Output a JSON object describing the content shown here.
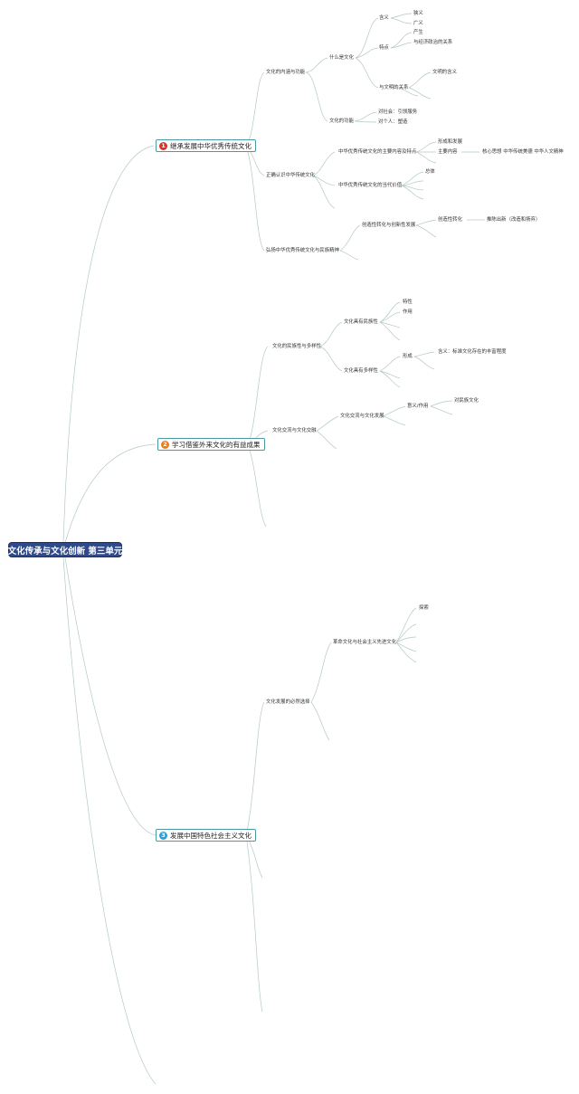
{
  "root": {
    "title": "文化传承与文化创新 第三单元"
  },
  "colors": {
    "badge1": "#d9342b",
    "badge2": "#e67e22",
    "badge3": "#2f9fd8",
    "line": "#b3c9c6",
    "branch_border": "#4a9aa3"
  },
  "branches": [
    {
      "number": "1",
      "label": "继承发展中华优秀传统文化"
    },
    {
      "number": "2",
      "label": "学习借鉴外来文化的有益成果"
    },
    {
      "number": "3",
      "label": "发展中国特色社会主义文化"
    }
  ],
  "topics": {
    "b1_1": "文化的内涵与功能",
    "b1_1_1": "什么是文化",
    "b1_1_1_a": "含义",
    "b1_1_1_a1": "狭义",
    "b1_1_1_a2": "广义",
    "b1_1_1_b": "特点",
    "b1_1_1_b1": "产生",
    "b1_1_1_b2": "与经济政治的关系",
    "b1_1_1_c": "与文明的关系",
    "b1_1_1_c1": "文明的含义",
    "b1_1_2": "文化的功能",
    "b1_1_2_a": "对社会：引领服务",
    "b1_1_2_b": "对个人：塑造",
    "b1_2": "正确认识中华传统文化",
    "b1_2_1": "中华优秀传统文化的主要内容及特点",
    "b1_2_1_a": "形成和发展",
    "b1_2_1_b": "主要内容",
    "b1_2_1_b1": "核心思想 中华传统美德 中华人文精神",
    "b1_2_2": "中华优秀传统文化的当代价值",
    "b1_2_2_a": "总体",
    "b1_3": "弘扬中华优秀传统文化与民族精神",
    "b1_3_1": "创造性转化与创新性发展",
    "b1_3_1_a": "创造性转化",
    "b1_3_1_a1": "推陈出新（改造和扬弃）",
    "b2_1": "文化的民族性与多样性",
    "b2_1_1": "文化具有民族性",
    "b2_1_1_a": "特性",
    "b2_1_1_b": "作用",
    "b2_1_2": "文化具有多样性",
    "b2_1_2_a": "形成",
    "b2_1_2_a1": "含义：标准文化存在的丰富程度",
    "b2_2": "文化交流与文化交融",
    "b2_2_1": "文化交流与文化发展",
    "b2_2_1_a": "意义/作用",
    "b2_2_1_a1": "对民族文化",
    "b3_1": "文化发展的必然选择",
    "b3_1_1": "革命文化与社会主义先进文化",
    "b3_1_1_a": "探索"
  }
}
